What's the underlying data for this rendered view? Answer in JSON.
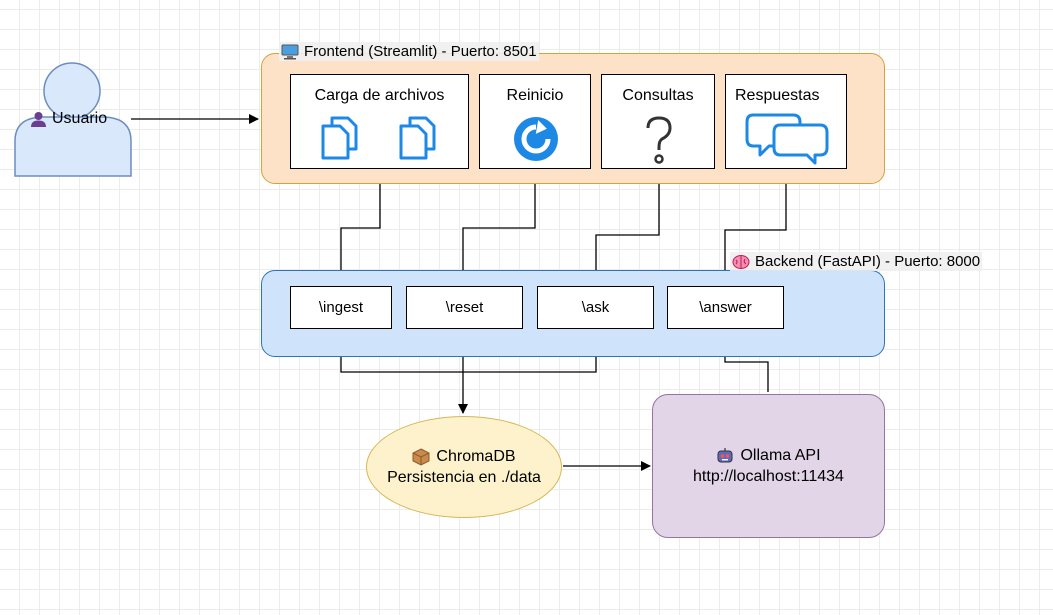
{
  "user": {
    "label": "Usuario",
    "icon": "user-icon"
  },
  "frontend": {
    "caption": "Frontend (Streamlit) - Puerto: 8501",
    "caption_icon": "computer-icon",
    "cards": [
      {
        "label": "Carga de archivos",
        "icon": "documents-icon"
      },
      {
        "label": "Reinicio",
        "icon": "refresh-icon"
      },
      {
        "label": "Consultas",
        "icon": "question-icon"
      },
      {
        "label": "Respuestas",
        "icon": "chat-bubbles-icon"
      }
    ]
  },
  "backend": {
    "caption": "Backend (FastAPI) - Puerto: 8000",
    "caption_icon": "brain-icon",
    "endpoints": [
      "\\ingest",
      "\\reset",
      "\\ask",
      "\\answer"
    ]
  },
  "chromadb": {
    "title": "ChromaDB",
    "subtitle": "Persistencia en ./data",
    "icon": "package-icon"
  },
  "ollama": {
    "title": "Ollama API",
    "subtitle": "http://localhost:11434",
    "icon": "robot-icon"
  },
  "colors": {
    "frontend_fill": "#fde2c8",
    "frontend_border": "#d6a33a",
    "backend_fill": "#cfe3fa",
    "backend_border": "#2e75b6",
    "user_fill": "#dae8fc",
    "user_border": "#6c8ebf",
    "chroma_fill": "#fdf2cc",
    "ollama_fill": "#e1d5e7",
    "icon_blue": "#1e88e5"
  }
}
